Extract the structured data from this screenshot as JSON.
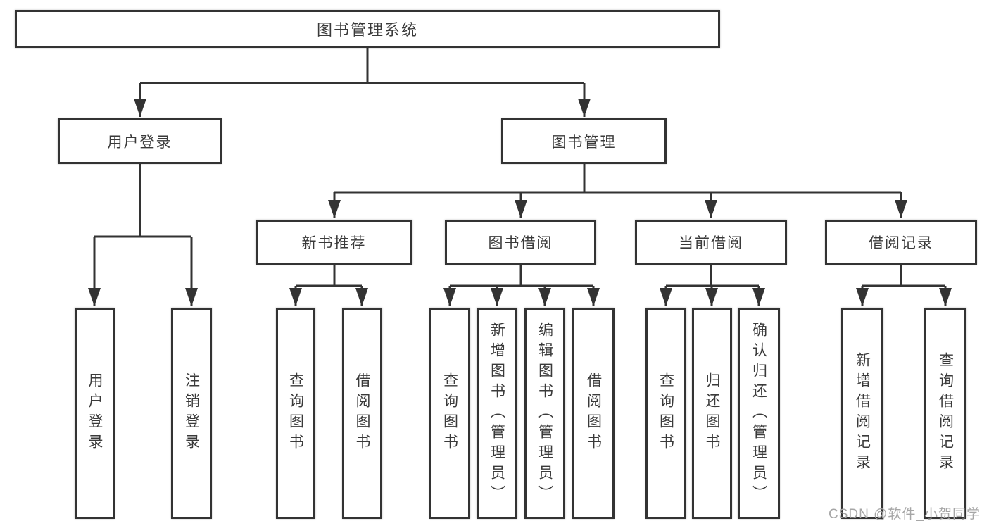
{
  "diagram": {
    "type": "hierarchy-tree",
    "colors": {
      "line": "#333333",
      "box_border": "#333333",
      "text": "#3a3a3a",
      "background": "#ffffff",
      "watermark_text": "#a6a6a6"
    },
    "tree": {
      "label": "图书管理系统",
      "children": [
        {
          "label": "用户登录",
          "children": [
            {
              "label": "用户登录"
            },
            {
              "label": "注销登录"
            }
          ]
        },
        {
          "label": "图书管理",
          "children": [
            {
              "label": "新书推荐",
              "children": [
                {
                  "label": "查询图书"
                },
                {
                  "label": "借阅图书"
                }
              ]
            },
            {
              "label": "图书借阅",
              "children": [
                {
                  "label": "查询图书"
                },
                {
                  "label": "新增图书（管理员）"
                },
                {
                  "label": "编辑图书（管理员）"
                },
                {
                  "label": "借阅图书"
                }
              ]
            },
            {
              "label": "当前借阅",
              "children": [
                {
                  "label": "查询图书"
                },
                {
                  "label": "归还图书"
                },
                {
                  "label": "确认归还（管理员）"
                }
              ]
            },
            {
              "label": "借阅记录",
              "children": [
                {
                  "label": "新增借阅记录"
                },
                {
                  "label": "查询借阅记录"
                }
              ]
            }
          ]
        }
      ]
    },
    "watermark": {
      "text": "CSDN @软件_小贺同学"
    }
  }
}
